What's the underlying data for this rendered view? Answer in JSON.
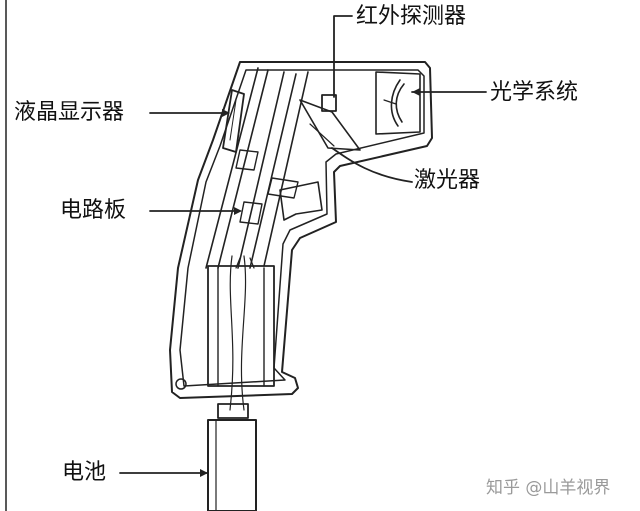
{
  "diagram": {
    "labels": {
      "ir_detector": "红外探测器",
      "optics": "光学系统",
      "lcd": "液晶显示器",
      "laser": "激光器",
      "circuit_board": "电路板",
      "battery": "电池"
    },
    "watermark": "知乎 @山羊视界",
    "colors": {
      "line": "#222222",
      "background": "#ffffff",
      "watermark": "#9a9a9a"
    }
  }
}
